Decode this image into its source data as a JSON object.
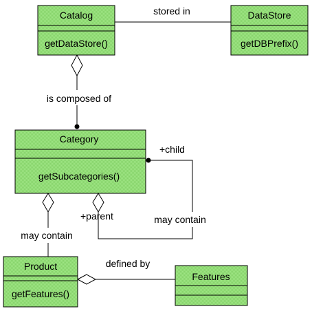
{
  "colors": {
    "class_fill": "#99e27e",
    "class_stroke": "#000000",
    "line": "#000000",
    "background": "#ffffff"
  },
  "classes": {
    "catalog": {
      "name": "Catalog",
      "methods": [
        "getDataStore()"
      ]
    },
    "datastore": {
      "name": "DataStore",
      "methods": [
        "getDBPrefix()"
      ]
    },
    "category": {
      "name": "Category",
      "methods": [
        "getSubcategories()"
      ]
    },
    "product": {
      "name": "Product",
      "methods": [
        "getFeatures()"
      ]
    },
    "features": {
      "name": "Features",
      "methods": []
    }
  },
  "relations": {
    "stored_in": "stored in",
    "is_composed_of": "is composed of",
    "child_role": "+child",
    "parent_role": "+parent",
    "self_may_contain": "may contain",
    "product_may_contain": "may contain",
    "defined_by": "defined by"
  }
}
